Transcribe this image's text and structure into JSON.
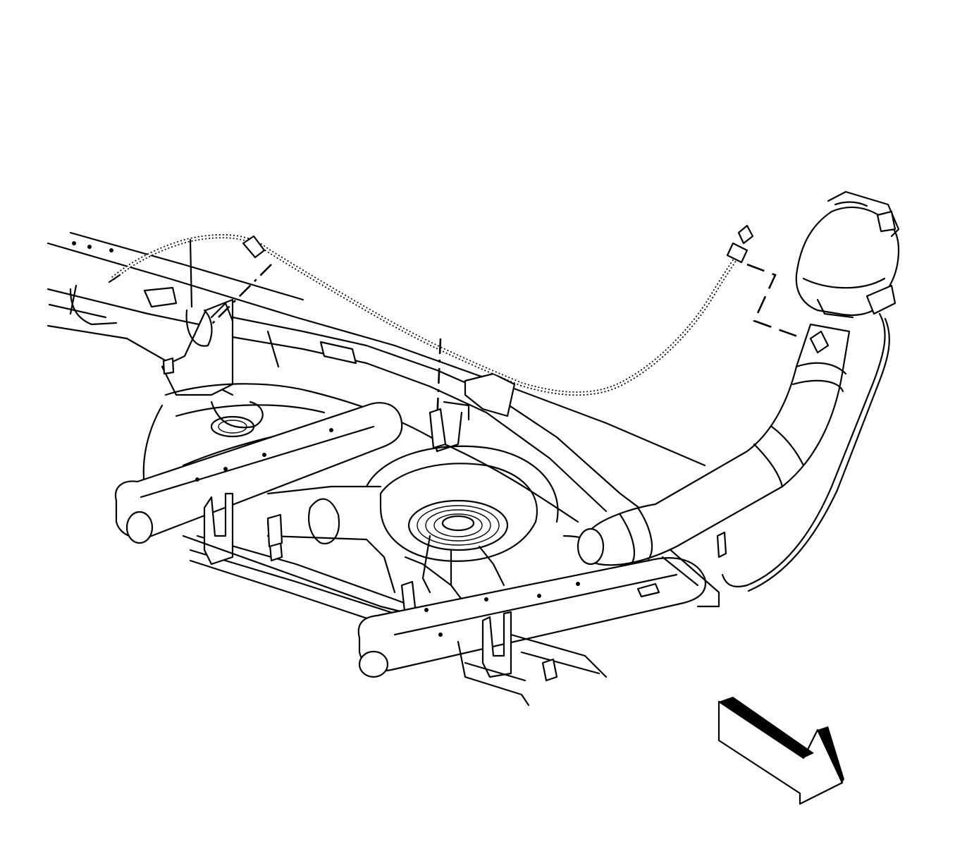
{
  "diagram": {
    "line_color": "#000000",
    "background": "#ffffff",
    "components": [
      {
        "id": "left-frame-rail",
        "icon": "frame-rail"
      },
      {
        "id": "right-frame-rail",
        "icon": "frame-rail"
      },
      {
        "id": "front-crossmember",
        "icon": "crossmember"
      },
      {
        "id": "rear-crossmember",
        "icon": "crossmember"
      },
      {
        "id": "fuel-tank",
        "icon": "fuel-tank"
      },
      {
        "id": "fuel-pump-module",
        "icon": "fuel-pump"
      },
      {
        "id": "fuel-filler-pipe",
        "icon": "filler-pipe"
      },
      {
        "id": "evap-canister",
        "icon": "canister"
      },
      {
        "id": "fuel-line-harness",
        "icon": "hose"
      },
      {
        "id": "direction-arrow",
        "icon": "arrow-front"
      }
    ]
  }
}
